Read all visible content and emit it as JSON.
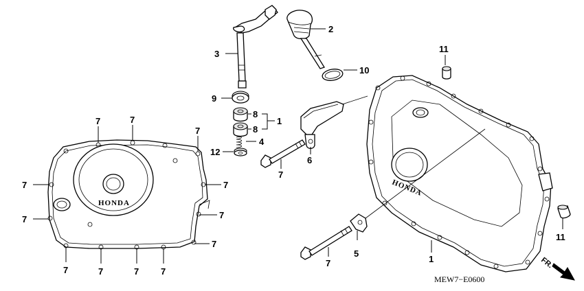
{
  "diagram": {
    "drawing_code": "MEW7−E0600",
    "brand_mark": "HONDA",
    "direction_label": "FR."
  },
  "callouts": {
    "c1a": "1",
    "c1b": "1",
    "c2": "2",
    "c3": "3",
    "c4": "4",
    "c5": "5",
    "c6": "6",
    "c7_top1": "7",
    "c7_top2": "7",
    "c7_top3": "7",
    "c7_left1": "7",
    "c7_left2": "7",
    "c7_right1": "7",
    "c7_right2": "7",
    "c7_right3": "7",
    "c7_bot1": "7",
    "c7_bot2": "7",
    "c7_bot3": "7",
    "c7_bot4": "7",
    "c7_bolt1": "7",
    "c7_bolt2": "7",
    "c8a": "8",
    "c8b": "8",
    "c9": "9",
    "c10": "10",
    "c11a": "11",
    "c11b": "11",
    "c12": "12"
  }
}
